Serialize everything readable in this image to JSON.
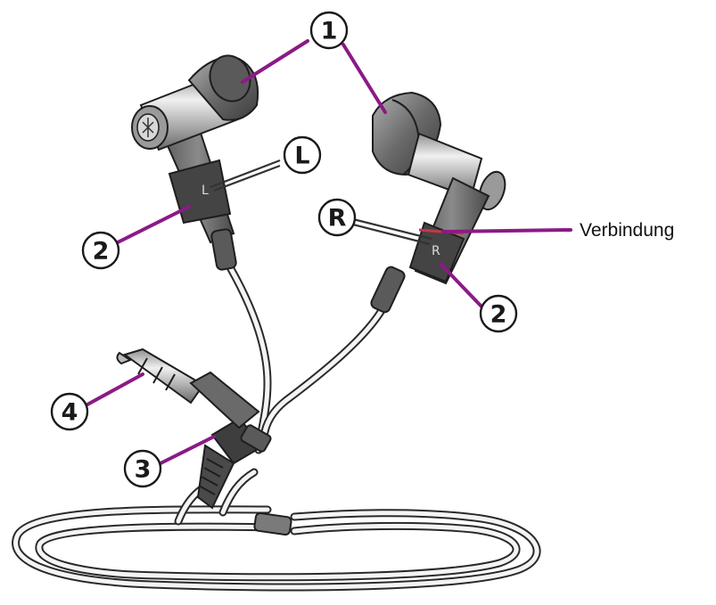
{
  "callouts": {
    "tip_top": "1",
    "label_left_marker": "L",
    "label_right_marker": "R",
    "housing_left": "2",
    "housing_right": "2",
    "splitter": "3",
    "plug": "4"
  },
  "annotation": {
    "connection_label": "Verbindung"
  },
  "colors": {
    "leader": "#8b1a86",
    "outline": "#1e1e1e",
    "metal": "#c9c9c9",
    "housing": "#6e6e6e"
  }
}
